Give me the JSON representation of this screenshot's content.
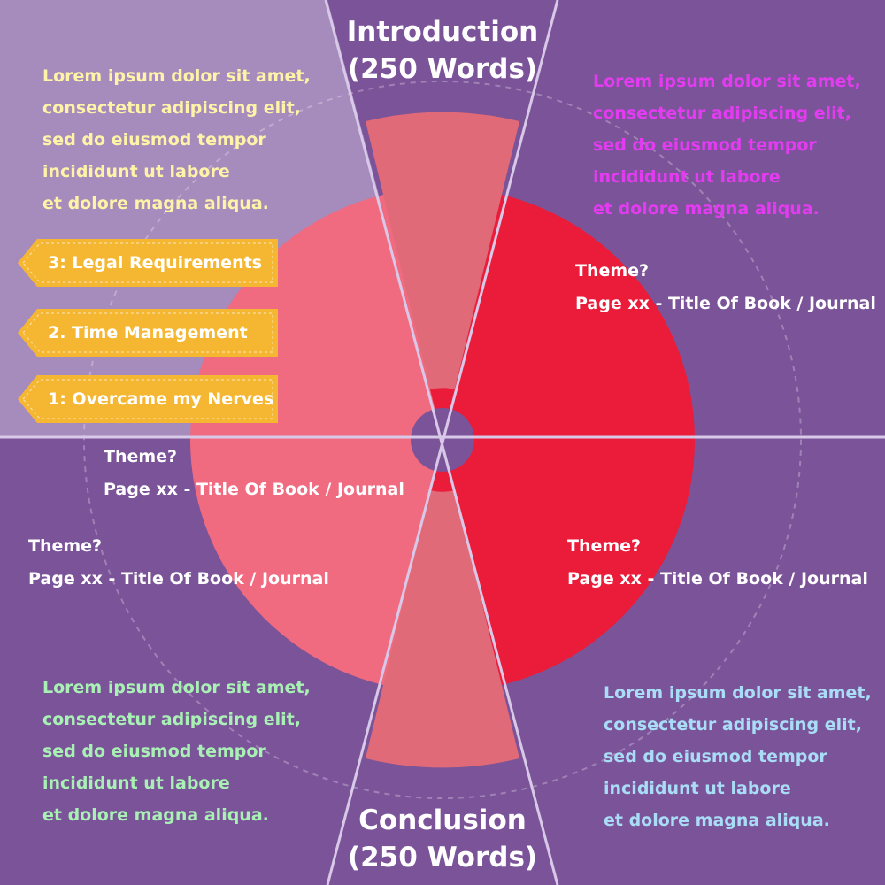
{
  "sections": {
    "introduction": {
      "title": "Introduction",
      "subtitle": "(250 Words)"
    },
    "conclusion": {
      "title": "Conclusion",
      "subtitle": "(250 Words)"
    }
  },
  "paragraphs": {
    "top_left": {
      "color": "#fff3a8",
      "lines": [
        "Lorem ipsum dolor sit amet,",
        "consectetur adipiscing elit,",
        "sed do eiusmod tempor",
        "incididunt ut labore",
        "et dolore magna aliqua."
      ]
    },
    "top_right": {
      "color": "#e33cf0",
      "lines": [
        "Lorem ipsum dolor sit amet,",
        "consectetur adipiscing elit,",
        "sed do eiusmod tempor",
        "incididunt ut labore",
        "et dolore magna aliqua."
      ]
    },
    "bottom_left": {
      "color": "#a8f0b4",
      "lines": [
        "Lorem ipsum dolor sit amet,",
        "consectetur adipiscing elit,",
        "sed do eiusmod tempor",
        "incididunt ut labore",
        "et dolore magna aliqua."
      ]
    },
    "bottom_right": {
      "color": "#a9dcf5",
      "lines": [
        "Lorem ipsum dolor sit amet,",
        "consectetur adipiscing elit,",
        "sed do eiusmod tempor",
        "incididunt ut labore",
        "et dolore magna aliqua."
      ]
    }
  },
  "tags": [
    {
      "label": "3: Legal Requirements"
    },
    {
      "label": "2. Time Management"
    },
    {
      "label": "1: Overcame my Nerves"
    }
  ],
  "themes": {
    "right_upper": {
      "question": "Theme?",
      "reference": "Page xx - Title Of Book / Journal"
    },
    "center_left": {
      "question": "Theme?",
      "reference": "Page xx - Title Of Book / Journal"
    },
    "left_lower": {
      "question": "Theme?",
      "reference": "Page xx - Title Of Book / Journal"
    },
    "right_lower": {
      "question": "Theme?",
      "reference": "Page xx - Title Of Book / Journal"
    }
  },
  "colors": {
    "background": "#7b5399",
    "panel": "#a68bbd",
    "disc": "#ea1c3a",
    "disc_light": "#f06a80",
    "wedge": "#e06a78",
    "hub": "#7b5399",
    "tag": "#f5b731",
    "divider": "#d9c9e8"
  }
}
